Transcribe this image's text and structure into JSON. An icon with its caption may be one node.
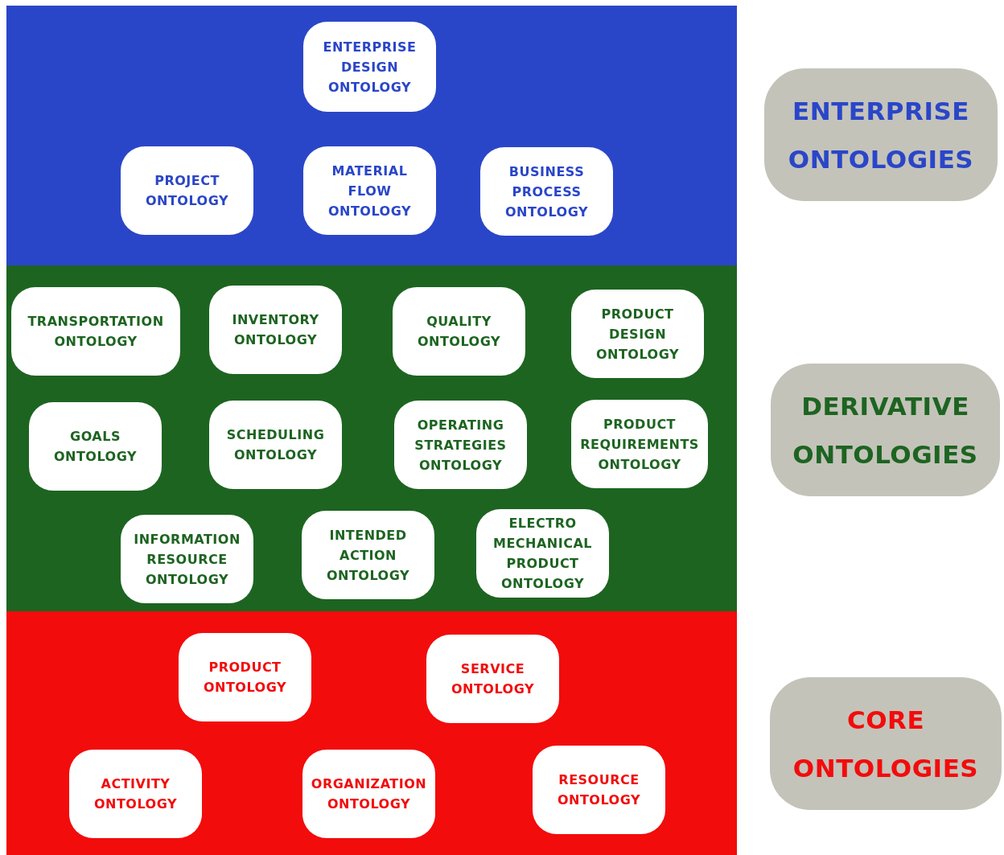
{
  "diagram": {
    "nodes": [
      {
        "text": [],
        "shape": "box"
      },
      {
        "text": [
          "ENTERPRISE DESIGN ONTOLOGY"
        ],
        "in": 0
      },
      {
        "text": [
          "PROJECT ONTOLOGY"
        ],
        "in": 0
      },
      {
        "text": [
          "MATERIAL FLOW ONTOLOGY"
        ],
        "in": 0
      },
      {
        "text": [
          "BUSINESS PROCESS ONTOLOGY"
        ],
        "in": 0
      },
      {
        "text": [],
        "shape": "box"
      },
      {
        "text": [
          "TRANSPORTATION ONTOLOGY"
        ],
        "in": 5
      },
      {
        "text": [
          "INVENTORY ONTOLOGY"
        ],
        "in": 5
      },
      {
        "text": [
          "QUALITY ONTOLOGY"
        ],
        "in": 5
      },
      {
        "text": [
          "PRODUCT DESIGN ONTOLOGY"
        ],
        "in": 5
      },
      {
        "text": [
          "GOALS ONTOLOGY"
        ],
        "in": 5
      },
      {
        "text": [
          "SCHEDULING ONTOLOGY"
        ],
        "in": 5
      },
      {
        "text": [
          "OPERATING STRATEGIES ONTOLOGY"
        ],
        "in": 5
      },
      {
        "text": [
          "PRODUCT REQUIREMENTS ONTOLOGY"
        ],
        "in": 5
      },
      {
        "text": [
          "INFORMATION RESOURCE ONTOLOGY"
        ],
        "in": 5
      },
      {
        "text": [
          "INTENDED ACTION ONTOLOGY"
        ],
        "in": 5
      },
      {
        "text": [
          "ELECTRO MECHANICAL PRODUCT ONTOLOGY"
        ],
        "in": 5
      },
      {
        "text": [],
        "shape": "box"
      },
      {
        "text": [
          "PRODUCT ONTOLOGY"
        ],
        "in": 17
      },
      {
        "text": [
          "SERVICE ONTOLOGY"
        ],
        "in": 17
      },
      {
        "text": [
          "ACTIVITY ONTOLOGY"
        ],
        "in": 17
      },
      {
        "text": [
          "ORGANIZATION ONTOLOGY"
        ],
        "in": 17
      },
      {
        "text": [
          "RESOURCE ONTOLOGY"
        ],
        "in": 17
      },
      {
        "text": [
          "ENTERPRISE ONTOLOGIES"
        ]
      },
      {
        "text": [
          "DERIVATIVE ONTOLOGIES"
        ]
      },
      {
        "text": [
          "CORE ONTOLOGIES"
        ]
      }
    ],
    "edges": []
  }
}
